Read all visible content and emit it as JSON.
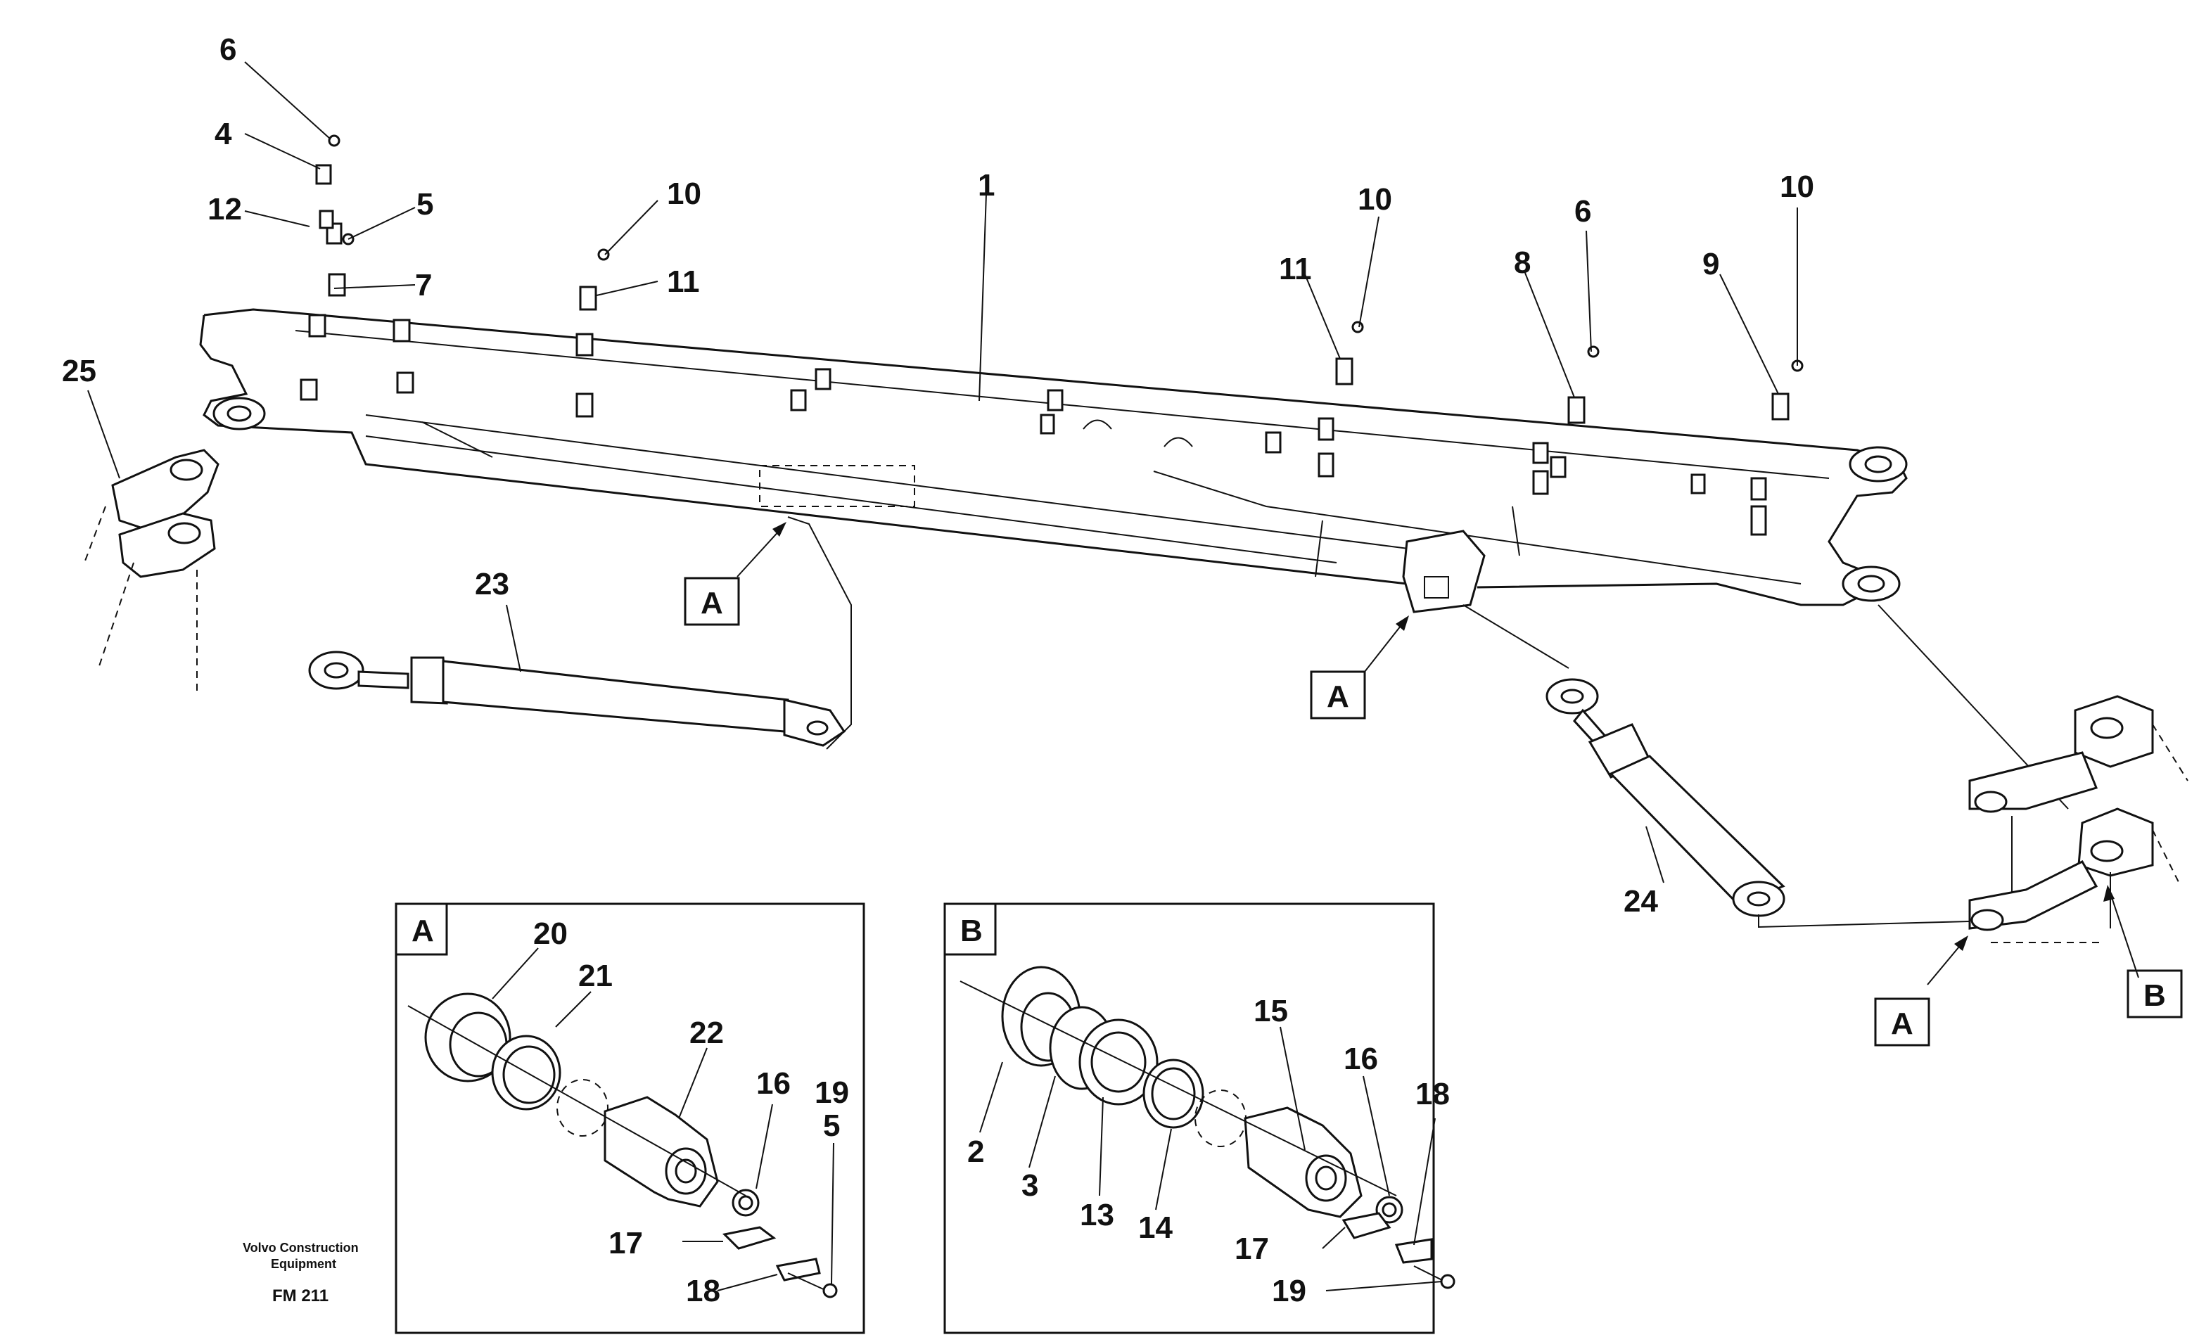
{
  "callouts": {
    "c1": "1",
    "c2": "2",
    "c3": "3",
    "c4": "4",
    "c5a": "5",
    "c5b": "5",
    "c6a": "6",
    "c6b": "6",
    "c7": "7",
    "c8": "8",
    "c9": "9",
    "c10a": "10",
    "c10b": "10",
    "c10c": "10",
    "c11a": "11",
    "c11b": "11",
    "c12": "12",
    "c13": "13",
    "c14": "14",
    "c15": "15",
    "c16a": "16",
    "c16b": "16",
    "c17a": "17",
    "c17b": "17",
    "c18a": "18",
    "c18b": "18",
    "c19a": "19",
    "c19b": "19",
    "c20": "20",
    "c21": "21",
    "c22": "22",
    "c23": "23",
    "c24": "24",
    "c25": "25"
  },
  "detail_refs": {
    "a1": "A",
    "a2": "A",
    "a3": "A",
    "b1": "B"
  },
  "insets": {
    "inset_a_label": "A",
    "inset_b_label": "B"
  },
  "footer": {
    "manufacturer_line1": "Volvo Construction",
    "manufacturer_line2": "Equipment",
    "drawing_code": "FM 211"
  }
}
